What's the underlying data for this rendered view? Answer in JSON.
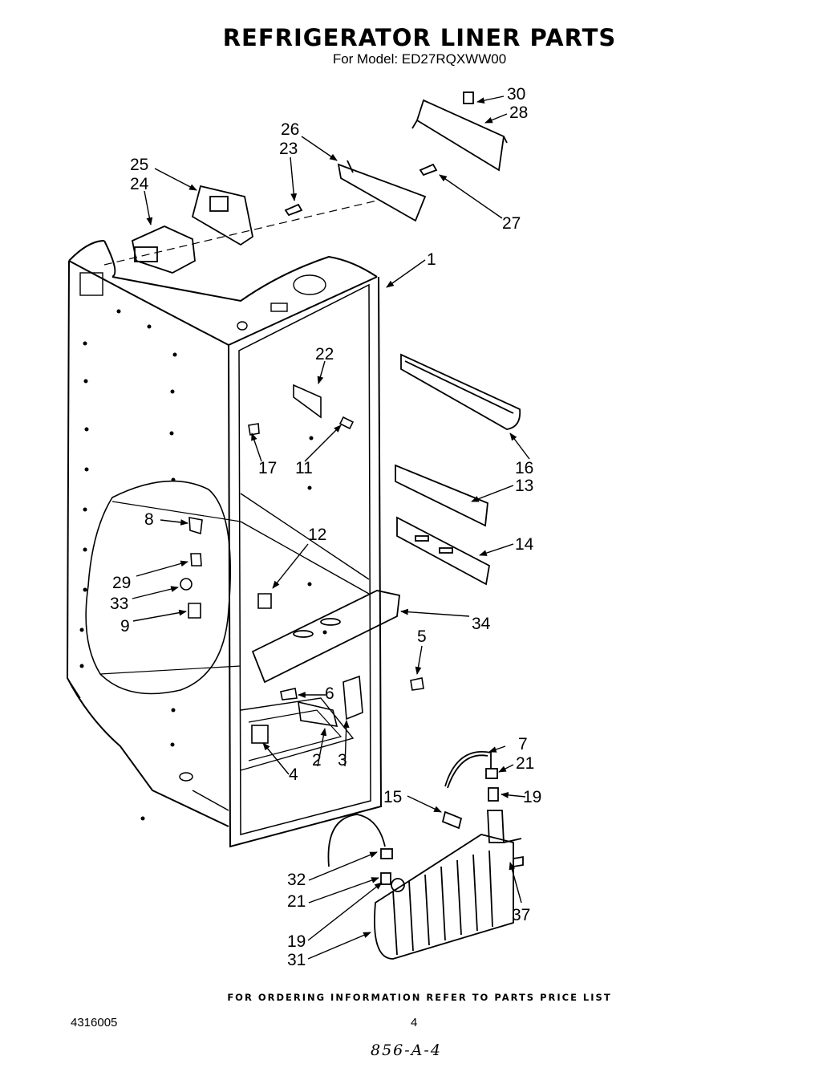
{
  "header": {
    "title": "REFRIGERATOR LINER PARTS",
    "model": "For Model: ED27RQXWW00"
  },
  "callouts": [
    "30",
    "28",
    "26",
    "23",
    "25",
    "24",
    "27",
    "1",
    "22",
    "16",
    "17",
    "11",
    "13",
    "8",
    "14",
    "12",
    "29",
    "33",
    "9",
    "34",
    "5",
    "6",
    "7",
    "21",
    "4",
    "2",
    "3",
    "15",
    "19",
    "32",
    "21",
    "19",
    "31",
    "37"
  ],
  "footer": {
    "ordering_note": "FOR ORDERING INFORMATION REFER TO PARTS PRICE LIST",
    "doc_number": "4316005",
    "page_number": "4",
    "handwritten_note": "856-A-4"
  }
}
